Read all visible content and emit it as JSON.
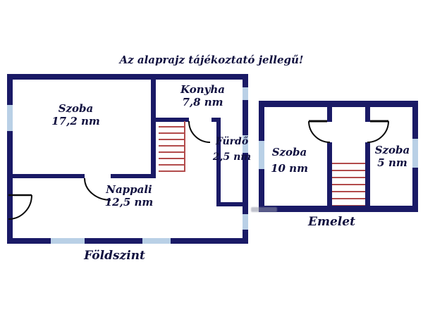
{
  "title": "Az alaprajz tájékoztató jellegű!",
  "floors": {
    "ground": {
      "label": "Földszint",
      "rooms": [
        {
          "name": "Szoba",
          "area": "17,2 nm"
        },
        {
          "name": "Konyha",
          "area": "7,8 nm"
        },
        {
          "name": "Fürdő",
          "area": "2,5 nm"
        },
        {
          "name": "Nappali",
          "area": "12,5 nm"
        }
      ]
    },
    "upper": {
      "label": "Emelet",
      "rooms": [
        {
          "name": "Szoba",
          "area": "10 nm"
        },
        {
          "name": "Szoba",
          "area": "5 nm"
        }
      ]
    }
  },
  "colors": {
    "wall": "#1a1a66",
    "window": "#b9d0e6",
    "stairs": "#b24b4b",
    "text": "#10103f",
    "background": "#ffffff"
  }
}
